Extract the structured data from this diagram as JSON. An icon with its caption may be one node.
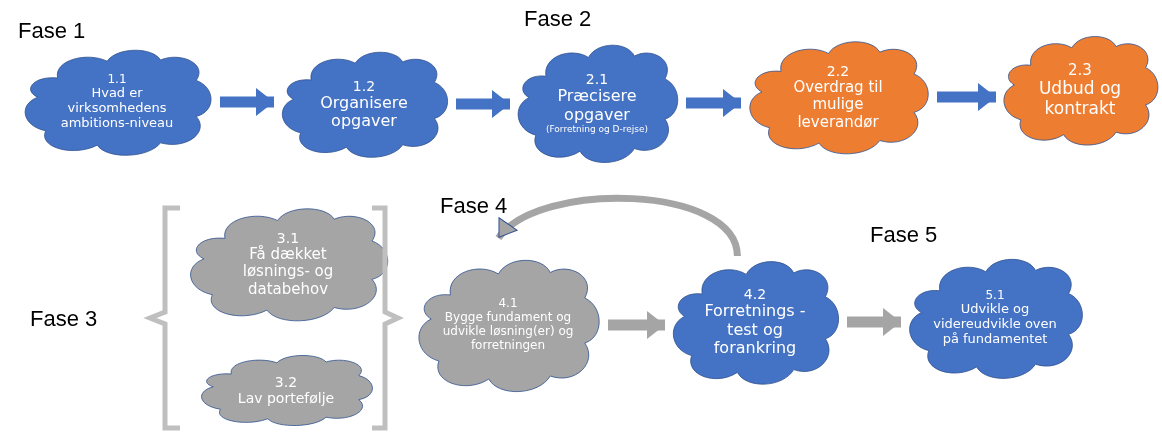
{
  "diagram": {
    "nodes": [
      {
        "text": [
          "1.1",
          "Hvad er virksomhedens ambitions-niveau"
        ]
      },
      {
        "text": [
          "1.2",
          "Organisere opgaver"
        ]
      },
      {
        "text": [
          "2.1",
          "Præcisere opgaver",
          "(Forretning og D-rejse)"
        ]
      },
      {
        "text": [
          "2.2",
          "Overdrag til mulige leverandør"
        ]
      },
      {
        "text": [
          "2.3",
          "Udbud og kontrakt"
        ]
      },
      {
        "text": [
          "3.1",
          "Få dækket løsnings- og databehov"
        ]
      },
      {
        "text": [
          "3.2",
          "Lav portefølje"
        ]
      },
      {
        "text": [
          "4.1",
          "Bygge fundament og udvikle løsning(er) og forretningen"
        ]
      },
      {
        "text": [
          "4.2",
          "Forretnings -test og forankring"
        ]
      },
      {
        "text": [
          "5.1",
          "Udvikle og videreudvikle oven på fundamentet"
        ]
      }
    ],
    "edges": [
      {
        "from": 0,
        "to": 1,
        "arrow": "to"
      },
      {
        "from": 1,
        "to": 2,
        "arrow": "to"
      },
      {
        "from": 2,
        "to": 3,
        "arrow": "to"
      },
      {
        "from": 3,
        "to": 4,
        "arrow": "to"
      },
      {
        "from": 7,
        "to": 8,
        "arrow": "to",
        "color": "#a5a5a5"
      },
      {
        "from": 8,
        "to": 9,
        "arrow": "to",
        "color": "#a5a5a5"
      },
      {
        "from": 8,
        "to": 7,
        "arrow": "to",
        "color": "#a5a5a5"
      }
    ],
    "labels": [
      "Fase 1",
      "Fase 2",
      "Fase 3",
      "Fase 4",
      "Fase 5"
    ]
  }
}
